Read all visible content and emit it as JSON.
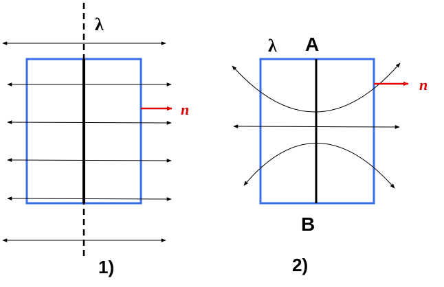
{
  "labels": {
    "lambda_1": "λ",
    "lambda_2": "λ",
    "normal_1": "n",
    "normal_2": "n",
    "point_a": "A",
    "point_b": "B",
    "caption_1": "1)",
    "caption_2": "2)"
  },
  "colors": {
    "frame": "#3a6ee8",
    "normal_arrow": "#e00000",
    "lines": "#000000"
  }
}
